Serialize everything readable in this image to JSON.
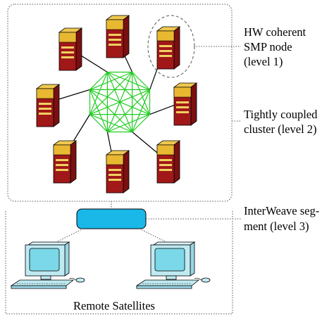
{
  "labels": {
    "smp_node": [
      "HW coherent",
      "SMP node",
      "(level 1)"
    ],
    "cluster": [
      "Tightly coupled",
      "cluster (level 2)"
    ],
    "segment": [
      "InterWeave seg-",
      "ment (level 3)"
    ],
    "satellites": "Remote Satellites"
  },
  "colors": {
    "server_top": "#e8b830",
    "server_body": "#a01818",
    "server_stripe": "#f0d060",
    "mesh": "#22cc22",
    "segment": "#1ab8e8",
    "monitor_screen": "#7ad8e8",
    "monitor_body": "#bfeaf2"
  }
}
